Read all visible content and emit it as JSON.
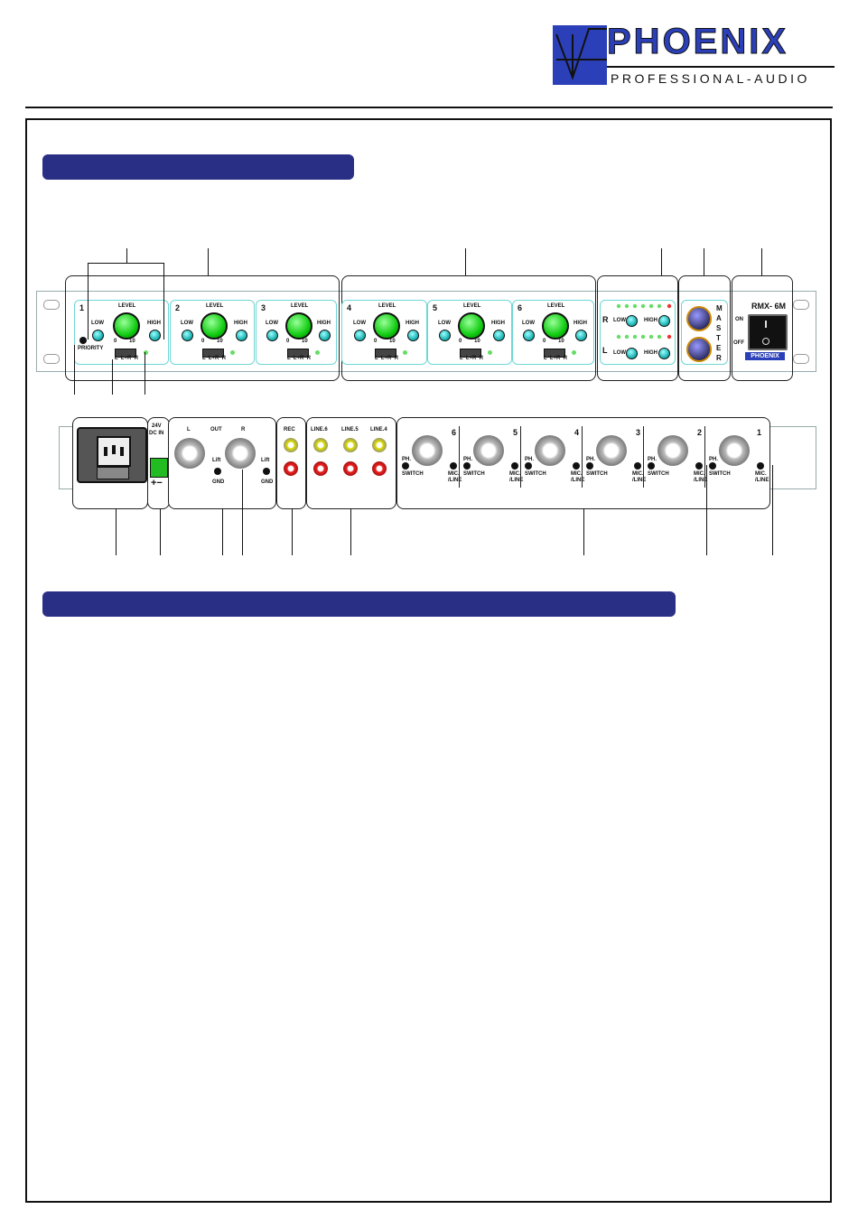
{
  "logo": {
    "word": "PHOENIX",
    "sub": "PROFESSIONAL-AUDIO"
  },
  "colors": {
    "brand": "#2b40b8",
    "bar": "#2a2f86",
    "channel_border": "#6fd6d6",
    "knob": "#1c1"
  },
  "front": {
    "level": "LEVEL",
    "low": "LOW",
    "high": "HIGH",
    "scale": [
      "0",
      "10"
    ],
    "switch": "L  L+R  R",
    "priority": "PRIORITY",
    "channels": [
      "1",
      "2",
      "3",
      "4",
      "5",
      "6"
    ],
    "meter_r": "R",
    "meter_l": "L",
    "master": [
      "M",
      "A",
      "S",
      "T",
      "E",
      "R"
    ],
    "model": "RMX- 6M",
    "on": "ON",
    "off": "OFF",
    "badge": "PHOENIX"
  },
  "rear": {
    "dc": "24V",
    "dc2": "DC IN",
    "out": "OUT",
    "out_l": "L",
    "out_r": "R",
    "lift": "Lift",
    "gnd": "GND",
    "rec": "REC",
    "lines": [
      "LINE.6",
      "LINE.5",
      "LINE.4"
    ],
    "inputs": [
      "6",
      "5",
      "4",
      "3",
      "2",
      "1"
    ],
    "ph": "PH.",
    "switch": "SWITCH",
    "mic": "MIC.",
    "line": "/LINE"
  }
}
